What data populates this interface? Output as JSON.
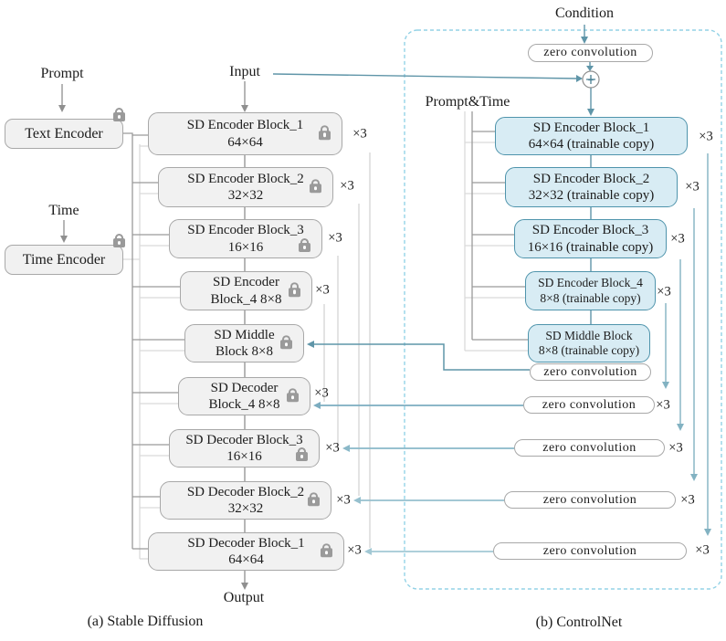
{
  "left": {
    "prompt_label": "Prompt",
    "time_label": "Time",
    "input_label": "Input",
    "output_label": "Output",
    "text_encoder_label": "Text Encoder",
    "time_encoder_label": "Time Encoder",
    "caption": "(a) Stable Diffusion",
    "blocks": [
      {
        "line1": "SD Encoder Block_1",
        "line2": "64×64",
        "times": "×3"
      },
      {
        "line1": "SD Encoder Block_2",
        "line2": "32×32",
        "times": "×3"
      },
      {
        "line1": "SD Encoder Block_3",
        "line2": "16×16",
        "times": "×3"
      },
      {
        "line1": "SD Encoder",
        "line2": "Block_4 8×8",
        "times": "×3"
      },
      {
        "line1": "SD Middle",
        "line2": "Block 8×8",
        "times": ""
      },
      {
        "line1": "SD Decoder",
        "line2": "Block_4 8×8",
        "times": "×3"
      },
      {
        "line1": "SD Decoder Block_3",
        "line2": "16×16",
        "times": "×3"
      },
      {
        "line1": "SD Decoder Block_2",
        "line2": "32×32",
        "times": "×3"
      },
      {
        "line1": "SD Decoder Block_1",
        "line2": "64×64",
        "times": "×3"
      }
    ]
  },
  "right": {
    "condition_label": "Condition",
    "prompt_time_label": "Prompt&Time",
    "plus_label": "+",
    "caption": "(b) ControlNet",
    "zero_conv_top": "zero convolution",
    "blocks": [
      {
        "line1": "SD Encoder Block_1",
        "line2": "64×64 (trainable copy)",
        "times": "×3"
      },
      {
        "line1": "SD Encoder Block_2",
        "line2": "32×32 (trainable copy)",
        "times": "×3"
      },
      {
        "line1": "SD Encoder Block_3",
        "line2": "16×16 (trainable copy)",
        "times": "×3"
      },
      {
        "line1": "SD Encoder Block_4",
        "line2": "8×8 (trainable copy)",
        "times": "×3"
      },
      {
        "line1": "SD Middle Block",
        "line2": "8×8 (trainable copy)",
        "times": ""
      }
    ],
    "zero_convs": [
      {
        "label": "zero convolution",
        "times": ""
      },
      {
        "label": "zero convolution",
        "times": "×3"
      },
      {
        "label": "zero convolution",
        "times": "×3"
      },
      {
        "label": "zero convolution",
        "times": "×3"
      },
      {
        "label": "zero convolution",
        "times": "×3"
      }
    ]
  },
  "colors": {
    "accent_teal": "#5f95a8",
    "arrow_steel": "#82b2c2",
    "trainable_fill": "#d8ecf4",
    "trainable_border": "#4f94ac",
    "frozen_fill": "#f1f1f1",
    "frozen_border": "#a8a8a8",
    "dashed_border": "#93d2e6",
    "lock_gray": "#9a9a9a"
  }
}
